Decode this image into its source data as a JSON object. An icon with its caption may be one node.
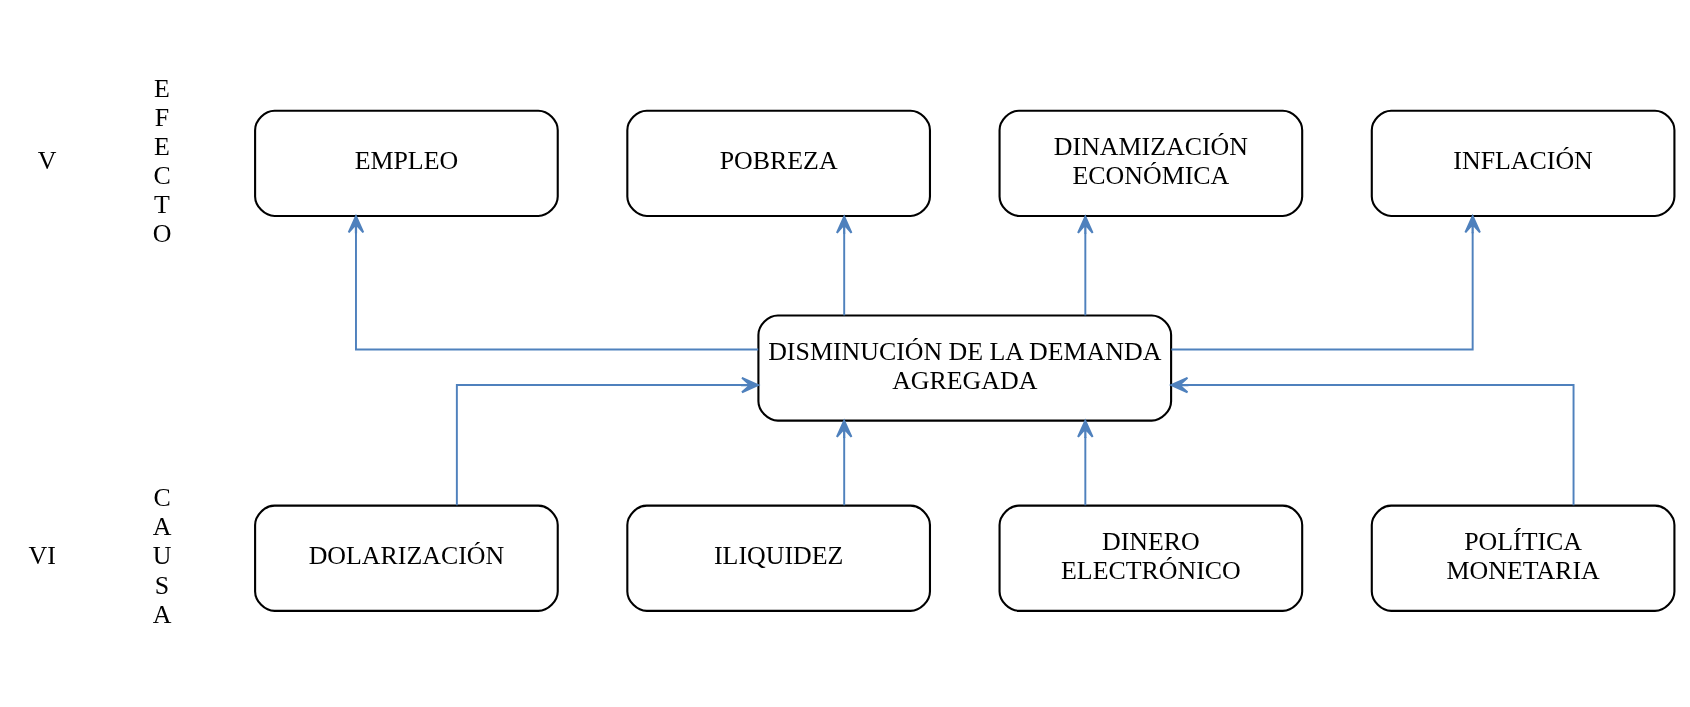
{
  "diagram": {
    "nodes": [
      {
        "text": [
          "EMPLEO"
        ]
      },
      {
        "text": [
          "POBREZA"
        ]
      },
      {
        "text": [
          "DINAMIZACIÓN ECONÓMICA"
        ]
      },
      {
        "text": [
          "INFLACIÓN"
        ]
      },
      {
        "text": [
          "DISMINUCIÓN DE LA DEMANDA AGREGADA"
        ]
      },
      {
        "text": [
          "DOLARIZACIÓN"
        ]
      },
      {
        "text": [
          "ILIQUIDEZ"
        ]
      },
      {
        "text": [
          "DINERO ELECTRÓNICO"
        ]
      },
      {
        "text": [
          "POLÍTICA MONETARIA"
        ]
      }
    ],
    "edges": [
      {
        "from": 4,
        "to": 0,
        "arrow": "to"
      },
      {
        "from": 4,
        "to": 1,
        "arrow": "to"
      },
      {
        "from": 4,
        "to": 2,
        "arrow": "to"
      },
      {
        "from": 4,
        "to": 3,
        "arrow": "to"
      },
      {
        "from": 5,
        "to": 4,
        "arrow": "to"
      },
      {
        "from": 6,
        "to": 4,
        "arrow": "to"
      },
      {
        "from": 7,
        "to": 4,
        "arrow": "to"
      },
      {
        "from": 8,
        "to": 4,
        "arrow": "to"
      }
    ],
    "labels": [
      "V",
      "EFECTO",
      "VI",
      "CAUSA"
    ]
  }
}
